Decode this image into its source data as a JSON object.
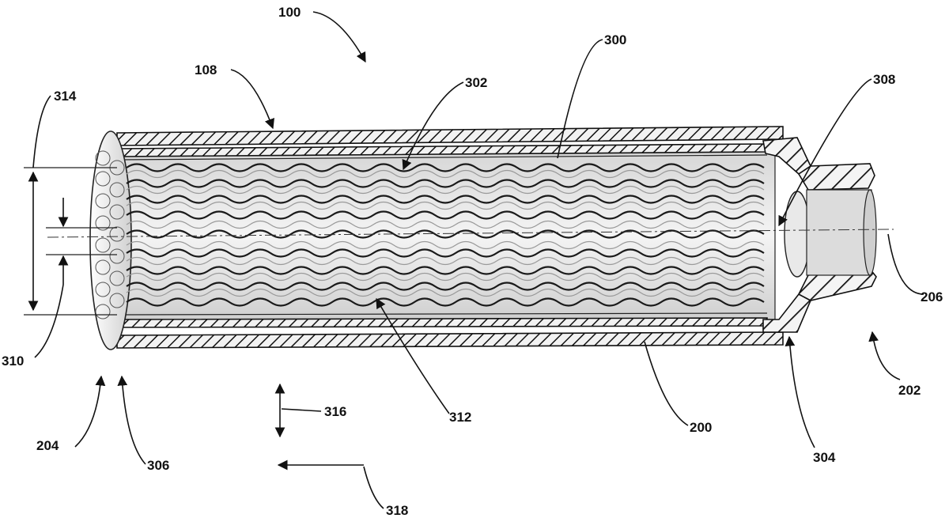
{
  "figure": {
    "ref_labels": {
      "l100": "100",
      "l108": "108",
      "l200": "200",
      "l202": "202",
      "l204": "204",
      "l206": "206",
      "l300": "300",
      "l302": "302",
      "l304": "304",
      "l306": "306",
      "l308": "308",
      "l310": "310",
      "l312": "312",
      "l314": "314",
      "l316": "316",
      "l318": "318"
    }
  }
}
